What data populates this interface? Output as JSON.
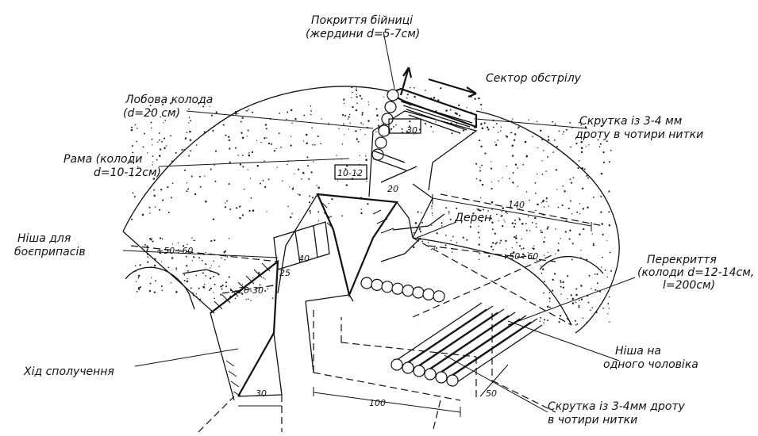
{
  "labels": {
    "cover": "Покриття бійниці\n(жердини d=5-7см)",
    "sector": "Сектор обстрілу",
    "front_log": "Лобова колода\n(d=20 см)",
    "wire_top": "Скрутка із 3-4 мм\nдроту в чотири нитки",
    "frame": "Рама (колоди\nd=10-12см)",
    "turf": "Дерен",
    "ammo_niche": "Ніша для\nбоєприпасів",
    "overlap": "Перекриття\n(колоди d=12-14см,\nl=200см)",
    "passage": "Хід сполучення",
    "person_niche": "Ніша на\nодного чоловіка",
    "wire_bottom": "Скрутка із 3-4мм дроту\nв чотири нитки"
  },
  "dimensions": {
    "d30": "30",
    "d10_12": "10-12",
    "d20": "20",
    "d140": "140",
    "d50_60_left": "+50÷60",
    "d50_60_right": "+50÷60",
    "d20_30": "20-30",
    "d25": "25",
    "d40": "40",
    "d100": "100",
    "d50": "50",
    "d30b": "30"
  }
}
